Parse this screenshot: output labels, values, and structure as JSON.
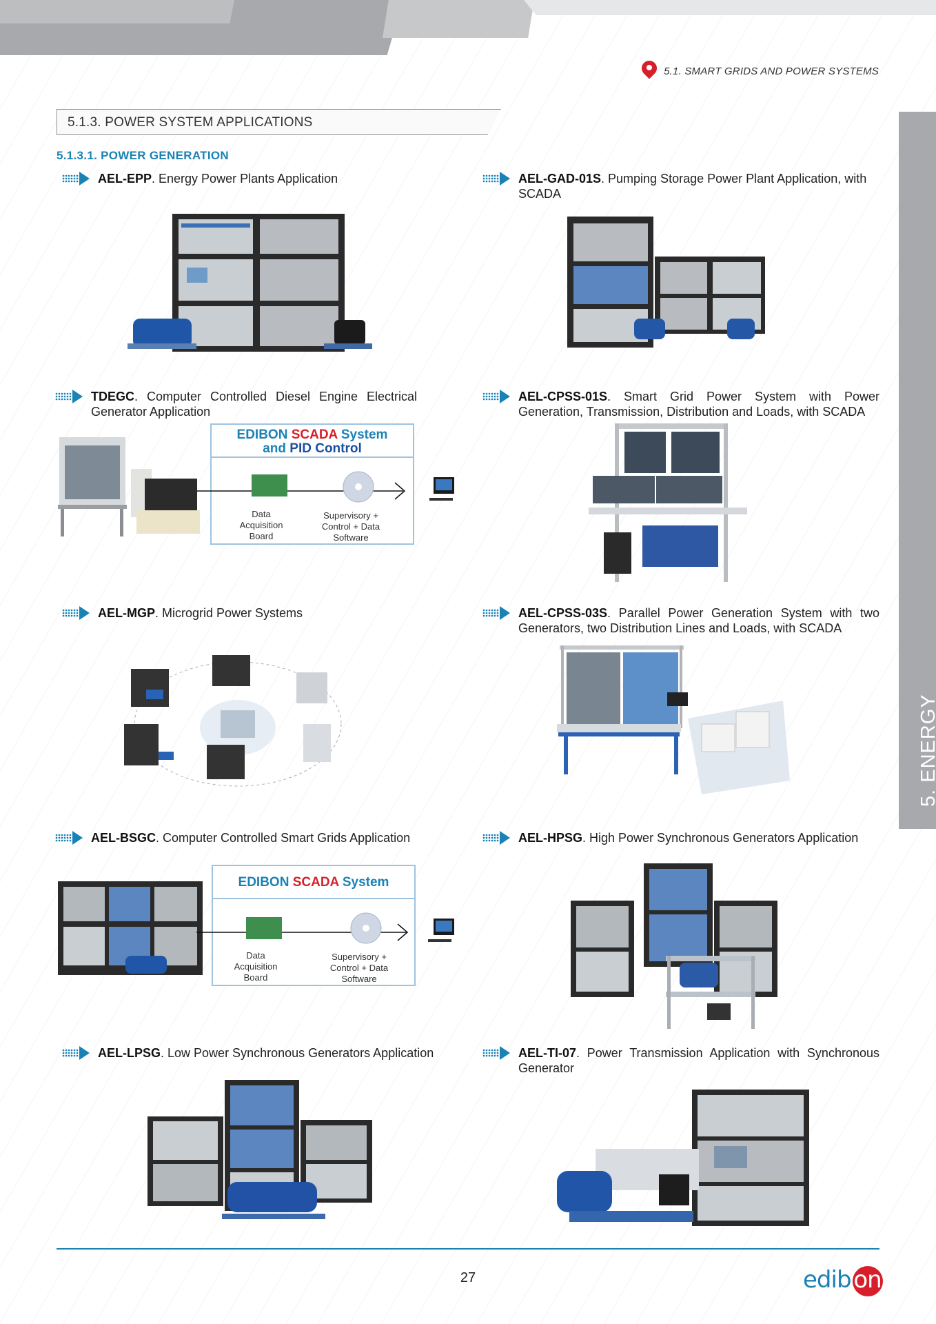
{
  "header": {
    "section_tag": "5.1. SMART GRIDS AND POWER SYSTEMS"
  },
  "heading": "5.1.3. POWER SYSTEM APPLICATIONS",
  "subheading": "5.1.3.1. POWER GENERATION",
  "side_tab": "5. ENERGY",
  "items": [
    {
      "code": "AEL-EPP",
      "desc": ". Energy Power Plants Application"
    },
    {
      "code": "AEL-GAD-01S",
      "desc": ". Pumping Storage Power Plant Application, with SCADA"
    },
    {
      "code": "TDEGC",
      "desc": ". Computer Controlled Diesel Engine Electrical Generator Application"
    },
    {
      "code": "AEL-CPSS-01S",
      "desc": ". Smart Grid Power System with Power Generation, Transmission, Distribution and Loads, with SCADA"
    },
    {
      "code": "AEL-MGP",
      "desc": ". Microgrid Power Systems"
    },
    {
      "code": "AEL-CPSS-03S",
      "desc": ". Parallel Power Generation System with two Generators, two Distribution Lines and Loads, with SCADA"
    },
    {
      "code": "AEL-BSGC",
      "desc": ". Computer Controlled Smart Grids Application"
    },
    {
      "code": "AEL-HPSG",
      "desc": ". High Power Synchronous Generators Application"
    },
    {
      "code": "AEL-LPSG",
      "desc": ". Low Power Synchronous Generators Application"
    },
    {
      "code": "AEL-TI-07",
      "desc": ". Power Transmission Application with Synchronous Generator"
    }
  ],
  "scada1": {
    "line1_a": "EDIBON ",
    "line1_b": "SCADA",
    "line1_c": " System",
    "line2_a": "and ",
    "line2_b": "PID Control",
    "board_label": "Data\nAcquisition\nBoard",
    "software_label": "Supervisory +\nControl + Data\nSoftware"
  },
  "scada2": {
    "line1_a": "EDIBON ",
    "line1_b": "SCADA",
    "line1_c": " System",
    "board_label": "Data\nAcquisition\nBoard",
    "software_label": "Supervisory +\nControl + Data\nSoftware"
  },
  "footer": {
    "page_number": "27",
    "logo_a": "edib",
    "logo_b": "on"
  },
  "colors": {
    "accent": "#1a82b5",
    "brand_red": "#d71f2b",
    "grey_tab": "#a7a9ac"
  }
}
